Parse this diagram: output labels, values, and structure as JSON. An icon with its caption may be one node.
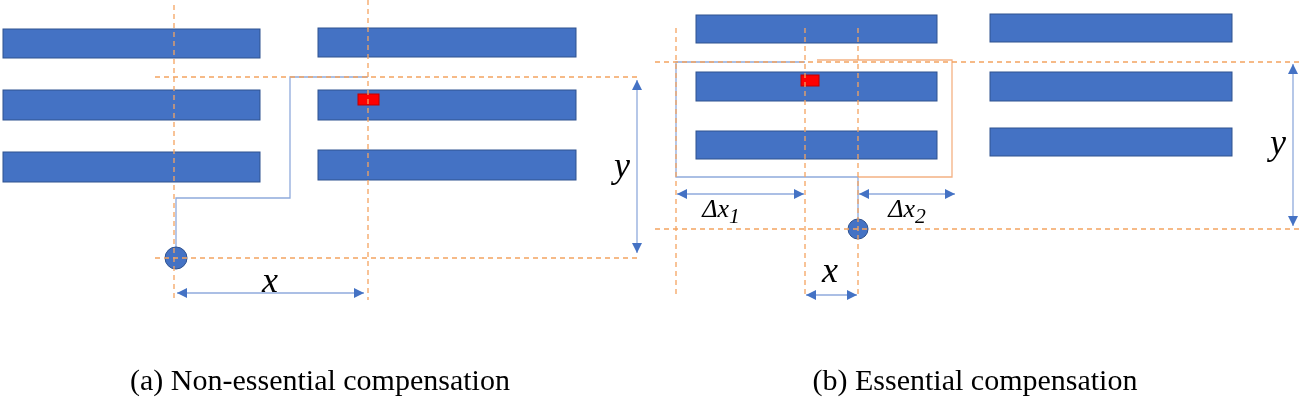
{
  "diagram": {
    "labels": [
      "y",
      "x",
      "Δx$_{1}$",
      "Δx$_{2}$",
      "y",
      "x",
      "(a) Non-essential compensation",
      "(b) Essential compensation"
    ]
  }
}
